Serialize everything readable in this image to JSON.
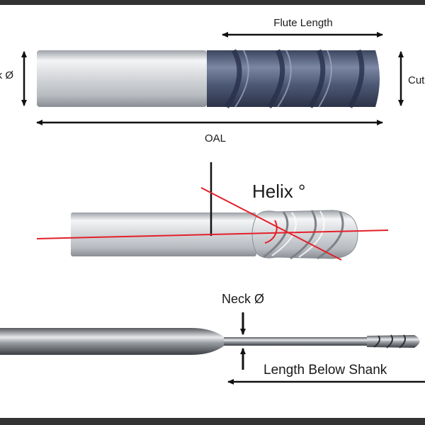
{
  "labels": {
    "flute_length": "Flute Length",
    "shank_diameter_partial": "k Ø",
    "cut_diameter_partial": "Cut",
    "oal": "OAL",
    "helix": "Helix °",
    "neck_diameter": "Neck Ø",
    "length_below_shank": "Length Below Shank"
  },
  "colors": {
    "background": "#333333",
    "canvas": "#ffffff",
    "dimension_line": "#111111",
    "helix_line": "#e3202a",
    "coating": "#4b5670",
    "steel": "#c9ccd1"
  }
}
